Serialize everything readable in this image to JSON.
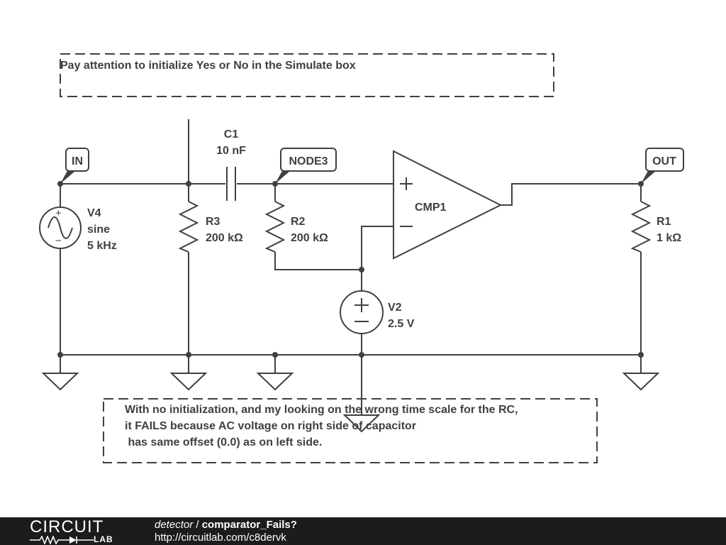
{
  "notes": {
    "top": "Pay attention to initialize Yes or No in the Simulate box",
    "bottom_lines": [
      "With no initialization, and my looking on the wrong time scale for the RC,",
      "it FAILS because AC voltage on right side of capacitor",
      " has same offset (0.0) as on left side."
    ]
  },
  "components": {
    "v4": {
      "name": "V4",
      "type": "sine",
      "freq": "5 kHz"
    },
    "r3": {
      "name": "R3",
      "value": "200 kΩ"
    },
    "c1": {
      "name": "C1",
      "value": "10 nF"
    },
    "r2": {
      "name": "R2",
      "value": "200 kΩ"
    },
    "cmp1": {
      "name": "CMP1",
      "plus": "+",
      "minus": "−"
    },
    "v2": {
      "name": "V2",
      "value": "2.5 V"
    },
    "r1": {
      "name": "R1",
      "value": "1 kΩ"
    }
  },
  "net_labels": {
    "in": "IN",
    "node3": "NODE3",
    "out": "OUT"
  },
  "footer": {
    "logo_top": "CIRCUIT",
    "logo_bottom": "LAB",
    "user": "detector",
    "separator": " / ",
    "circuit_name": "comparator_Fails?",
    "url": "http://circuitlab.com/c8dervk"
  }
}
